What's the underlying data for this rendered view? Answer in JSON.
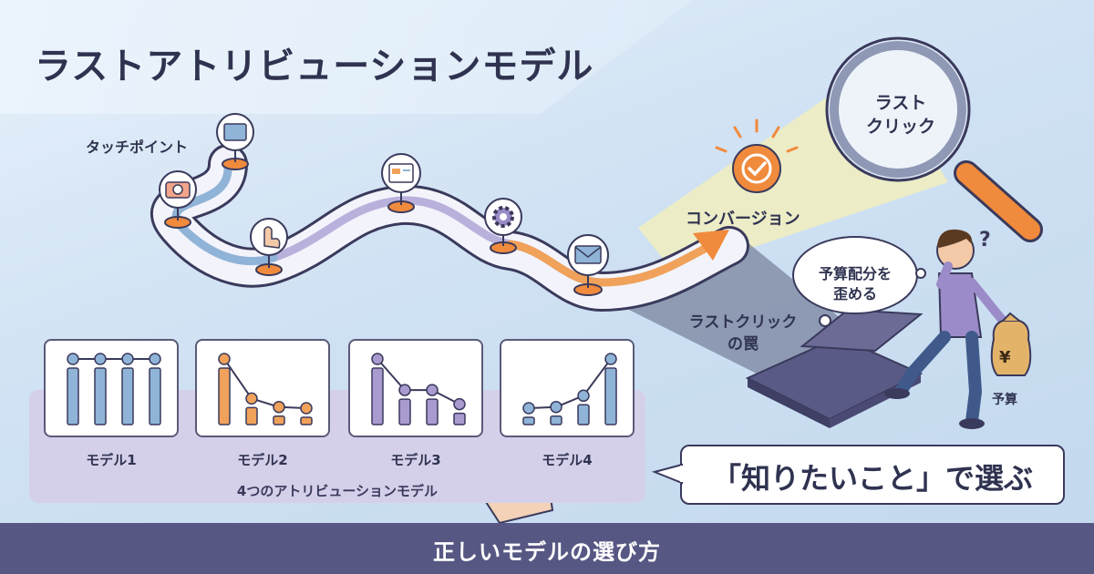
{
  "title": "ラストアトリビューションモデル",
  "journey": {
    "touchpoint_label": "タッチポイント",
    "touchpoint_icons": [
      "browser-window-icon",
      "camera-icon",
      "tap-hand-icon",
      "web-page-icon",
      "gear-icon",
      "mail-icon"
    ],
    "conversion_label": "コンバージョン",
    "last_click_lens": "ラスト\nクリック",
    "trap_label": "ラストクリック\nの罠",
    "thought_bubble": "予算配分を\n歪める",
    "budget_label": "予算",
    "budget_symbol": "¥"
  },
  "models": {
    "caption": "4つのアトリビューションモデル",
    "cards": [
      {
        "name": "モデル1",
        "values": [
          1,
          1,
          1,
          1
        ],
        "color": "#8fb4d8"
      },
      {
        "name": "モデル2",
        "values": [
          1,
          0.3,
          0.15,
          0.1
        ],
        "color": "#f0a15a"
      },
      {
        "name": "モデル3",
        "values": [
          1,
          0.45,
          0.45,
          0.2
        ],
        "color": "#a99ad0"
      },
      {
        "name": "モデル4",
        "values": [
          0.1,
          0.15,
          0.35,
          1
        ],
        "color": "#8fb4d8"
      }
    ]
  },
  "callout": "「知りたいこと」で選ぶ",
  "footer": "正しいモデルの選び方",
  "colors": {
    "accent_orange": "#f08a3c",
    "purple": "#9b8bc8",
    "blue": "#8fb4d8",
    "dark": "#2f3350",
    "footer": "#575784"
  }
}
